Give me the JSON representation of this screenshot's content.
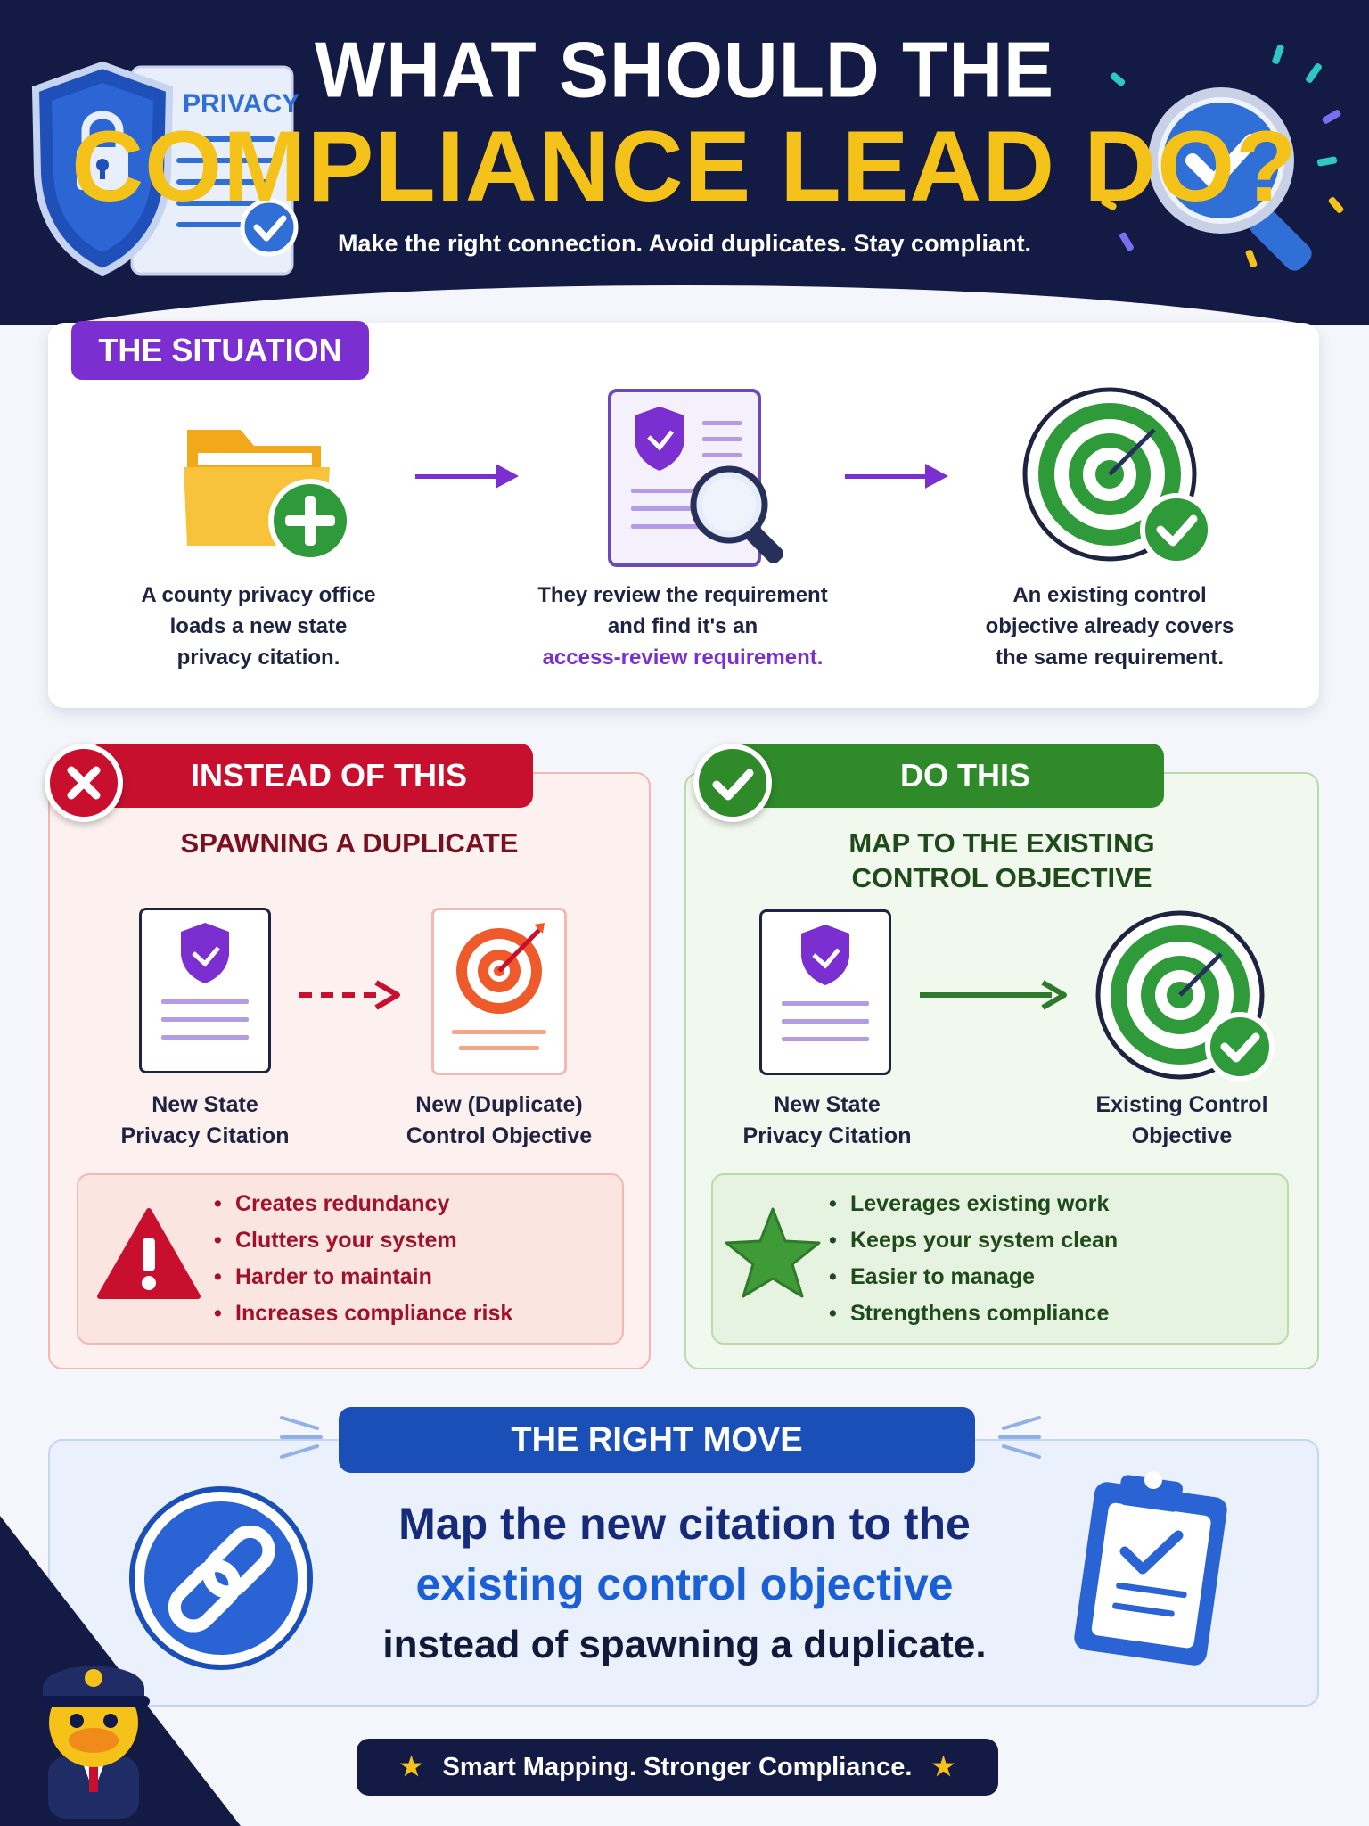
{
  "header": {
    "title_line1": "WHAT SHOULD THE",
    "title_line2": "COMPLIANCE LEAD DO?",
    "subtitle": "Make the right connection. Avoid duplicates. Stay compliant.",
    "privacy_doc_label": "PRIVACY"
  },
  "situation": {
    "label": "THE SITUATION",
    "steps": [
      {
        "line1": "A county privacy office",
        "line2": "loads a new state",
        "line3": "privacy citation."
      },
      {
        "line1": "They review the requirement",
        "line2": "and find it's an",
        "highlight": "access-review requirement."
      },
      {
        "line1": "An existing control",
        "line2": "objective already covers",
        "line3": "the same requirement."
      }
    ]
  },
  "instead": {
    "label": "INSTEAD OF THIS",
    "subtitle": "SPAWNING A DUPLICATE",
    "left_caption_1": "New State",
    "left_caption_2": "Privacy Citation",
    "right_caption_1": "New (Duplicate)",
    "right_caption_2": "Control Objective",
    "bullets": [
      "Creates redundancy",
      "Clutters your system",
      "Harder to maintain",
      "Increases compliance risk"
    ]
  },
  "dothis": {
    "label": "DO THIS",
    "subtitle_1": "MAP TO THE EXISTING",
    "subtitle_2": "CONTROL OBJECTIVE",
    "left_caption_1": "New State",
    "left_caption_2": "Privacy Citation",
    "right_caption_1": "Existing Control",
    "right_caption_2": "Objective",
    "bullets": [
      "Leverages existing work",
      "Keeps your system clean",
      "Easier to manage",
      "Strengthens compliance"
    ]
  },
  "right_move": {
    "label": "THE RIGHT MOVE",
    "line1": "Map the new citation to the",
    "line2": "existing control objective",
    "line3": "instead of spawning a duplicate."
  },
  "footer": {
    "tagline": "Smart Mapping. Stronger Compliance.",
    "star": "★"
  },
  "colors": {
    "navy": "#131b45",
    "gold": "#f5c21a",
    "purple": "#7b2fd0",
    "red": "#c8102e",
    "green": "#2f8a2a",
    "blue": "#1a4fb8"
  },
  "icons": [
    "shield-lock-icon",
    "magnifier-check-icon",
    "folder-plus-icon",
    "document-search-icon",
    "target-check-icon",
    "x-icon",
    "check-icon",
    "warning-icon",
    "star-icon",
    "link-icon",
    "clipboard-check-icon",
    "captain-duck-mascot"
  ]
}
